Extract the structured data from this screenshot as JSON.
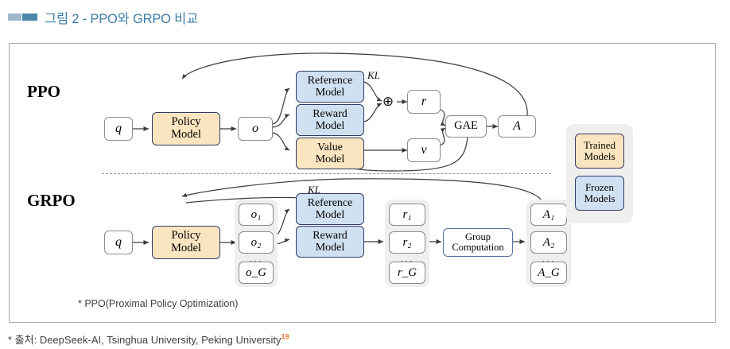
{
  "header": {
    "marker_color_light": "#9db8cc",
    "marker_color_dark": "#4a87ab",
    "title": "그림 2 - PPO와 GRPO 비교",
    "title_color": "#3d7ca8"
  },
  "figure": {
    "note": "* PPO(Proximal Policy Optimization)",
    "ppo": {
      "section_label": "PPO",
      "nodes": {
        "q": "q",
        "policy_model": "Policy\nModel",
        "policy_model_l1": "Policy",
        "policy_model_l2": "Model",
        "o": "o",
        "reference_model_l1": "Reference",
        "reference_model_l2": "Model",
        "reward_model_l1": "Reward",
        "reward_model_l2": "Model",
        "value_model_l1": "Value",
        "value_model_l2": "Model",
        "r": "r",
        "v": "v",
        "gae": "GAE",
        "A": "A"
      },
      "kl_label": "KL",
      "plus_symbol": "⊕"
    },
    "grpo": {
      "section_label": "GRPO",
      "kl_label": "KL",
      "nodes": {
        "q": "q",
        "policy_model_l1": "Policy",
        "policy_model_l2": "Model",
        "reference_model_l1": "Reference",
        "reference_model_l2": "Model",
        "reward_model_l1": "Reward",
        "reward_model_l2": "Model",
        "group_computation_l1": "Group",
        "group_computation_l2": "Computation"
      },
      "outputs": [
        "o₁",
        "o₂",
        "o_G"
      ],
      "outputs_ellipsis": "...",
      "rewards": [
        "r₁",
        "r₂",
        "r_G"
      ],
      "rewards_ellipsis": "...",
      "advantages": [
        "A₁",
        "A₂",
        "A_G"
      ],
      "advantages_ellipsis": "..."
    },
    "legend": {
      "trained_l1": "Trained",
      "trained_l2": "Models",
      "frozen_l1": "Frozen",
      "frozen_l2": "Models",
      "trained_color": "#fbe5c1",
      "frozen_color": "#cfe0f1"
    }
  },
  "source": {
    "text": "* 출처: DeepSeek-AI, Tsinghua University, Peking University",
    "superscript": "19",
    "superscript_color": "#e8762c"
  }
}
